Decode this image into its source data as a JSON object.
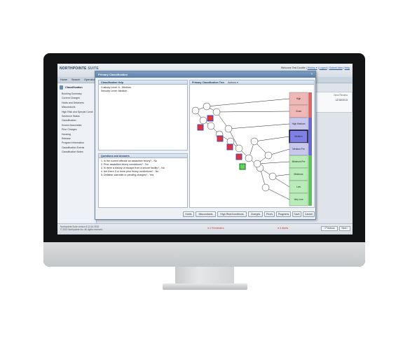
{
  "app": {
    "logo_brand": "NORTHPOINTE",
    "logo_suffix": "SUITE",
    "welcome_text": "Welcome  Test  Douttie  |",
    "history_link": "History ▾",
    "logout_link": "Logout",
    "submit_idea_link": "Submit Idea",
    "help_link": "Help"
  },
  "menu": [
    "Home",
    "Search",
    "Operations"
  ],
  "sidebar": {
    "section_title": "Classification",
    "items": [
      "Booking Summary",
      "Current Charges",
      "Holds and Detainers",
      "Misconducts",
      "High Risk and Special Condi",
      "Sentence Status",
      "Classification",
      "Known Associates",
      "Prior Charges",
      "Housing",
      "Release",
      "Program Information",
      "Classification Events",
      "Classification Notes"
    ]
  },
  "background_panel": {
    "header": "Next Review",
    "value": "12/18/2013"
  },
  "modal": {
    "title": "Primary Classification",
    "close_glyph": "×",
    "help_panel": {
      "title": "Classification Help",
      "lines": [
        "Custody Level: 6 - Medium",
        "Security Level: Medium"
      ]
    },
    "qa_panel": {
      "title": "Questions and Answers",
      "lines": [
        "1. Is the current offense an assaultive felony? - No",
        "2. Prior assaultive felony convictions? - No",
        "3. Is there a history of escape from a secure facility? - No",
        "4. Are there 3 or more prior felony convictions? - No",
        "5. Detainer warrants or pending charges? - Yes"
      ]
    },
    "tree_panel": {
      "title": "Primary Classification Tree",
      "actions_label": "Actions ▾",
      "levels": [
        {
          "label": "High",
          "color": "#f0b7b7"
        },
        {
          "label": "Close",
          "color": "#f0b7b7"
        },
        {
          "label": "High Medium",
          "color": "#c8c8ee"
        },
        {
          "label": "Medium",
          "color": "#7f7fe6"
        },
        {
          "label": "Medium Pre",
          "color": "#c8c8ee"
        },
        {
          "label": "Minimum Pre",
          "color": "#b8ecb8"
        },
        {
          "label": "Minimum",
          "color": "#b8ecb8"
        },
        {
          "label": "Low",
          "color": "#b8ecb8"
        },
        {
          "label": "Very Low",
          "color": "#b8ecb8"
        }
      ],
      "group_bar_colors": [
        "#e06666",
        "#6a6ad6",
        "#5cc45c"
      ]
    },
    "buttons": [
      "Holds",
      "Misconducts",
      "High Risk/Conditions",
      "Charges",
      "Priors",
      "Programs",
      "Save",
      "Cancel"
    ]
  },
  "status": {
    "version_line1": "Northpointe Suite version 8.13.16.3032",
    "version_line2": "© 2013 Northpointe Inc. All rights reserved.",
    "reminders": "● 2 Reminders",
    "alerts": "● 0 Alerts",
    "previous_button": "‹ Previous",
    "next_button": "Next ›"
  }
}
